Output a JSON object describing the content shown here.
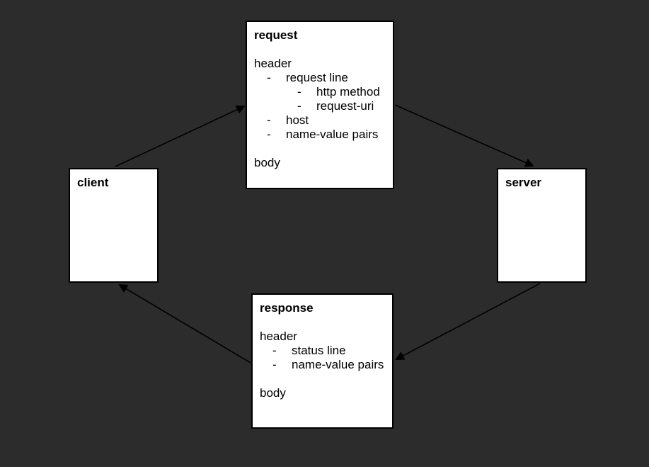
{
  "bullet_char": "-",
  "colors": {
    "background": "#2c2c2c",
    "box_fill": "#ffffff",
    "box_border": "#000000",
    "text": "#000000",
    "arrow": "#000000"
  },
  "boxes": {
    "client": {
      "title": "client"
    },
    "server": {
      "title": "server"
    },
    "request": {
      "title": "request",
      "header_label": "header",
      "items": [
        {
          "text": "request line",
          "level": 1
        },
        {
          "text": "http method",
          "level": 2
        },
        {
          "text": "request-uri",
          "level": 2
        },
        {
          "text": "host",
          "level": 1
        },
        {
          "text": "name-value pairs",
          "level": 1
        }
      ],
      "body_label": "body"
    },
    "response": {
      "title": "response",
      "header_label": "header",
      "items": [
        {
          "text": "status line",
          "level": 1
        },
        {
          "text": "name-value pairs",
          "level": 1
        }
      ],
      "body_label": "body"
    }
  },
  "arrows": [
    {
      "name": "client-to-request",
      "from": "client",
      "to": "request"
    },
    {
      "name": "request-to-server",
      "from": "request",
      "to": "server"
    },
    {
      "name": "server-to-response",
      "from": "server",
      "to": "response"
    },
    {
      "name": "response-to-client",
      "from": "response",
      "to": "client"
    }
  ]
}
